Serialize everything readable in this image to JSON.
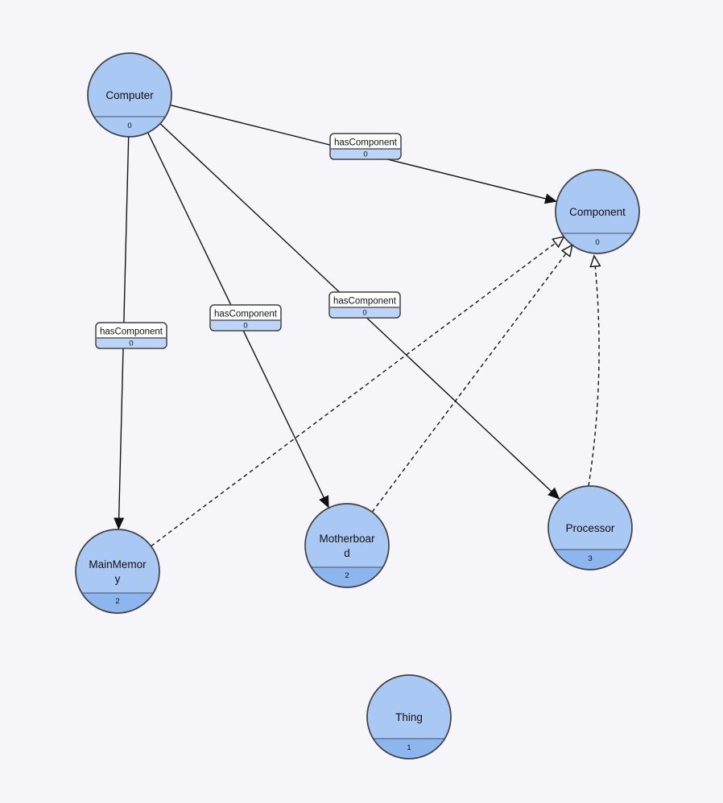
{
  "diagram": {
    "type": "ontology-class-diagram",
    "colors": {
      "background": "#f5f5fa",
      "node_fill": "#a9c8f3",
      "node_fill_bottom": "#8db5ee",
      "edge_label_bottom_fill": "#bcd4f8",
      "node_border": "#414141",
      "edge_color": "#141414"
    },
    "nodes": [
      {
        "id": "computer",
        "label": "Computer",
        "count": "0"
      },
      {
        "id": "component",
        "label": "Component",
        "count": "0"
      },
      {
        "id": "mainmemory",
        "label": "MainMemory",
        "line1": "MainMemor",
        "line2": "y",
        "count": "2"
      },
      {
        "id": "motherboard",
        "label": "Motherboard",
        "line1": "Motherboar",
        "line2": "d",
        "count": "2"
      },
      {
        "id": "processor",
        "label": "Processor",
        "count": "3"
      },
      {
        "id": "thing",
        "label": "Thing",
        "count": "1"
      }
    ],
    "edges": [
      {
        "from": "Computer",
        "to": "Component",
        "label": "hasComponent",
        "count": "0",
        "style": "solid-arrow"
      },
      {
        "from": "Computer",
        "to": "MainMemory",
        "label": "hasComponent",
        "count": "0",
        "style": "solid-arrow"
      },
      {
        "from": "Computer",
        "to": "Motherboard",
        "label": "hasComponent",
        "count": "0",
        "style": "solid-arrow"
      },
      {
        "from": "Computer",
        "to": "Processor",
        "label": "hasComponent",
        "count": "0",
        "style": "solid-arrow"
      },
      {
        "from": "MainMemory",
        "to": "Component",
        "style": "dashed-hollow-arrow"
      },
      {
        "from": "Motherboard",
        "to": "Component",
        "style": "dashed-hollow-arrow"
      },
      {
        "from": "Processor",
        "to": "Component",
        "style": "dashed-hollow-arrow"
      }
    ]
  }
}
